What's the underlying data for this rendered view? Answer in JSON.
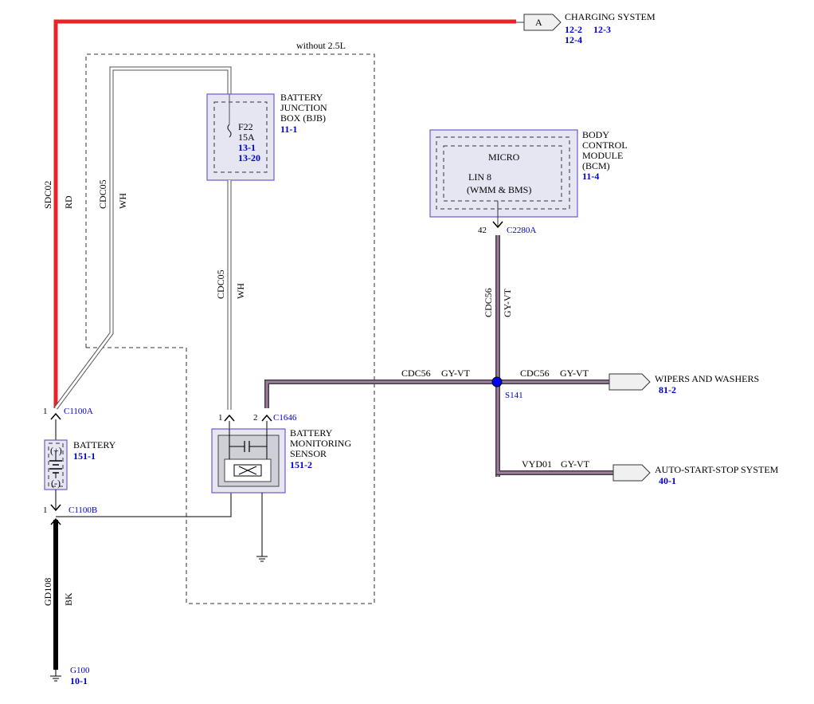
{
  "region_label": "without 2.5L",
  "charging": {
    "connector": "A",
    "name": "CHARGING SYSTEM",
    "refs": [
      "12-2",
      "12-3",
      "12-4"
    ]
  },
  "battery": {
    "title": [
      "BATTERY"
    ],
    "ref": "151-1",
    "plus": "(+)",
    "minus": "(-)",
    "top_pin": "1",
    "top_connector": "C1100A",
    "bottom_pin": "1",
    "bottom_connector": "C1100B"
  },
  "bjb": {
    "title": [
      "BATTERY",
      "JUNCTION",
      "BOX (BJB)"
    ],
    "ref": "11-1",
    "fuse_name": "F22",
    "fuse_rating": "15A",
    "fuse_refs": [
      "13-1",
      "13-20"
    ]
  },
  "bcm": {
    "title": [
      "BODY",
      "CONTROL",
      "MODULE",
      "(BCM)"
    ],
    "ref": "11-4",
    "micro": "MICRO",
    "lin": "LIN 8",
    "lin_sub": "(WMM & BMS)",
    "pin": "42",
    "connector": "C2280A"
  },
  "bms": {
    "title": [
      "BATTERY",
      "MONITORING",
      "SENSOR"
    ],
    "ref": "151-2",
    "pin1": "1",
    "pin2": "2",
    "connector": "C1646"
  },
  "wires": {
    "sdc02": {
      "circuit": "SDC02",
      "color": "RD"
    },
    "cdc05_left": {
      "circuit": "CDC05",
      "color": "WH"
    },
    "cdc05_mid": {
      "circuit": "CDC05",
      "color": "WH"
    },
    "cdc56_vert": {
      "circuit": "CDC56",
      "color": "GY-VT"
    },
    "cdc56_left": {
      "circuit": "CDC56",
      "color": "GY-VT"
    },
    "cdc56_right": {
      "circuit": "CDC56",
      "color": "GY-VT"
    },
    "vyd01": {
      "circuit": "VYD01",
      "color": "GY-VT"
    },
    "gd108": {
      "circuit": "GD108",
      "color": "BK"
    }
  },
  "splice": "S141",
  "wipers": {
    "name": "WIPERS AND WASHERS",
    "ref": "81-2"
  },
  "autostart": {
    "name": "AUTO-START-STOP SYSTEM",
    "ref": "40-1"
  },
  "ground": {
    "name": "G100",
    "ref": "10-1"
  },
  "colors": {
    "red_wire": "#e8242a",
    "black_wire": "#000000",
    "gy_vt_wire": "#7f5a7f",
    "ref_blue": "#0000cc",
    "box_fill": "#e6e6f2",
    "box_border": "#6a5acd"
  }
}
